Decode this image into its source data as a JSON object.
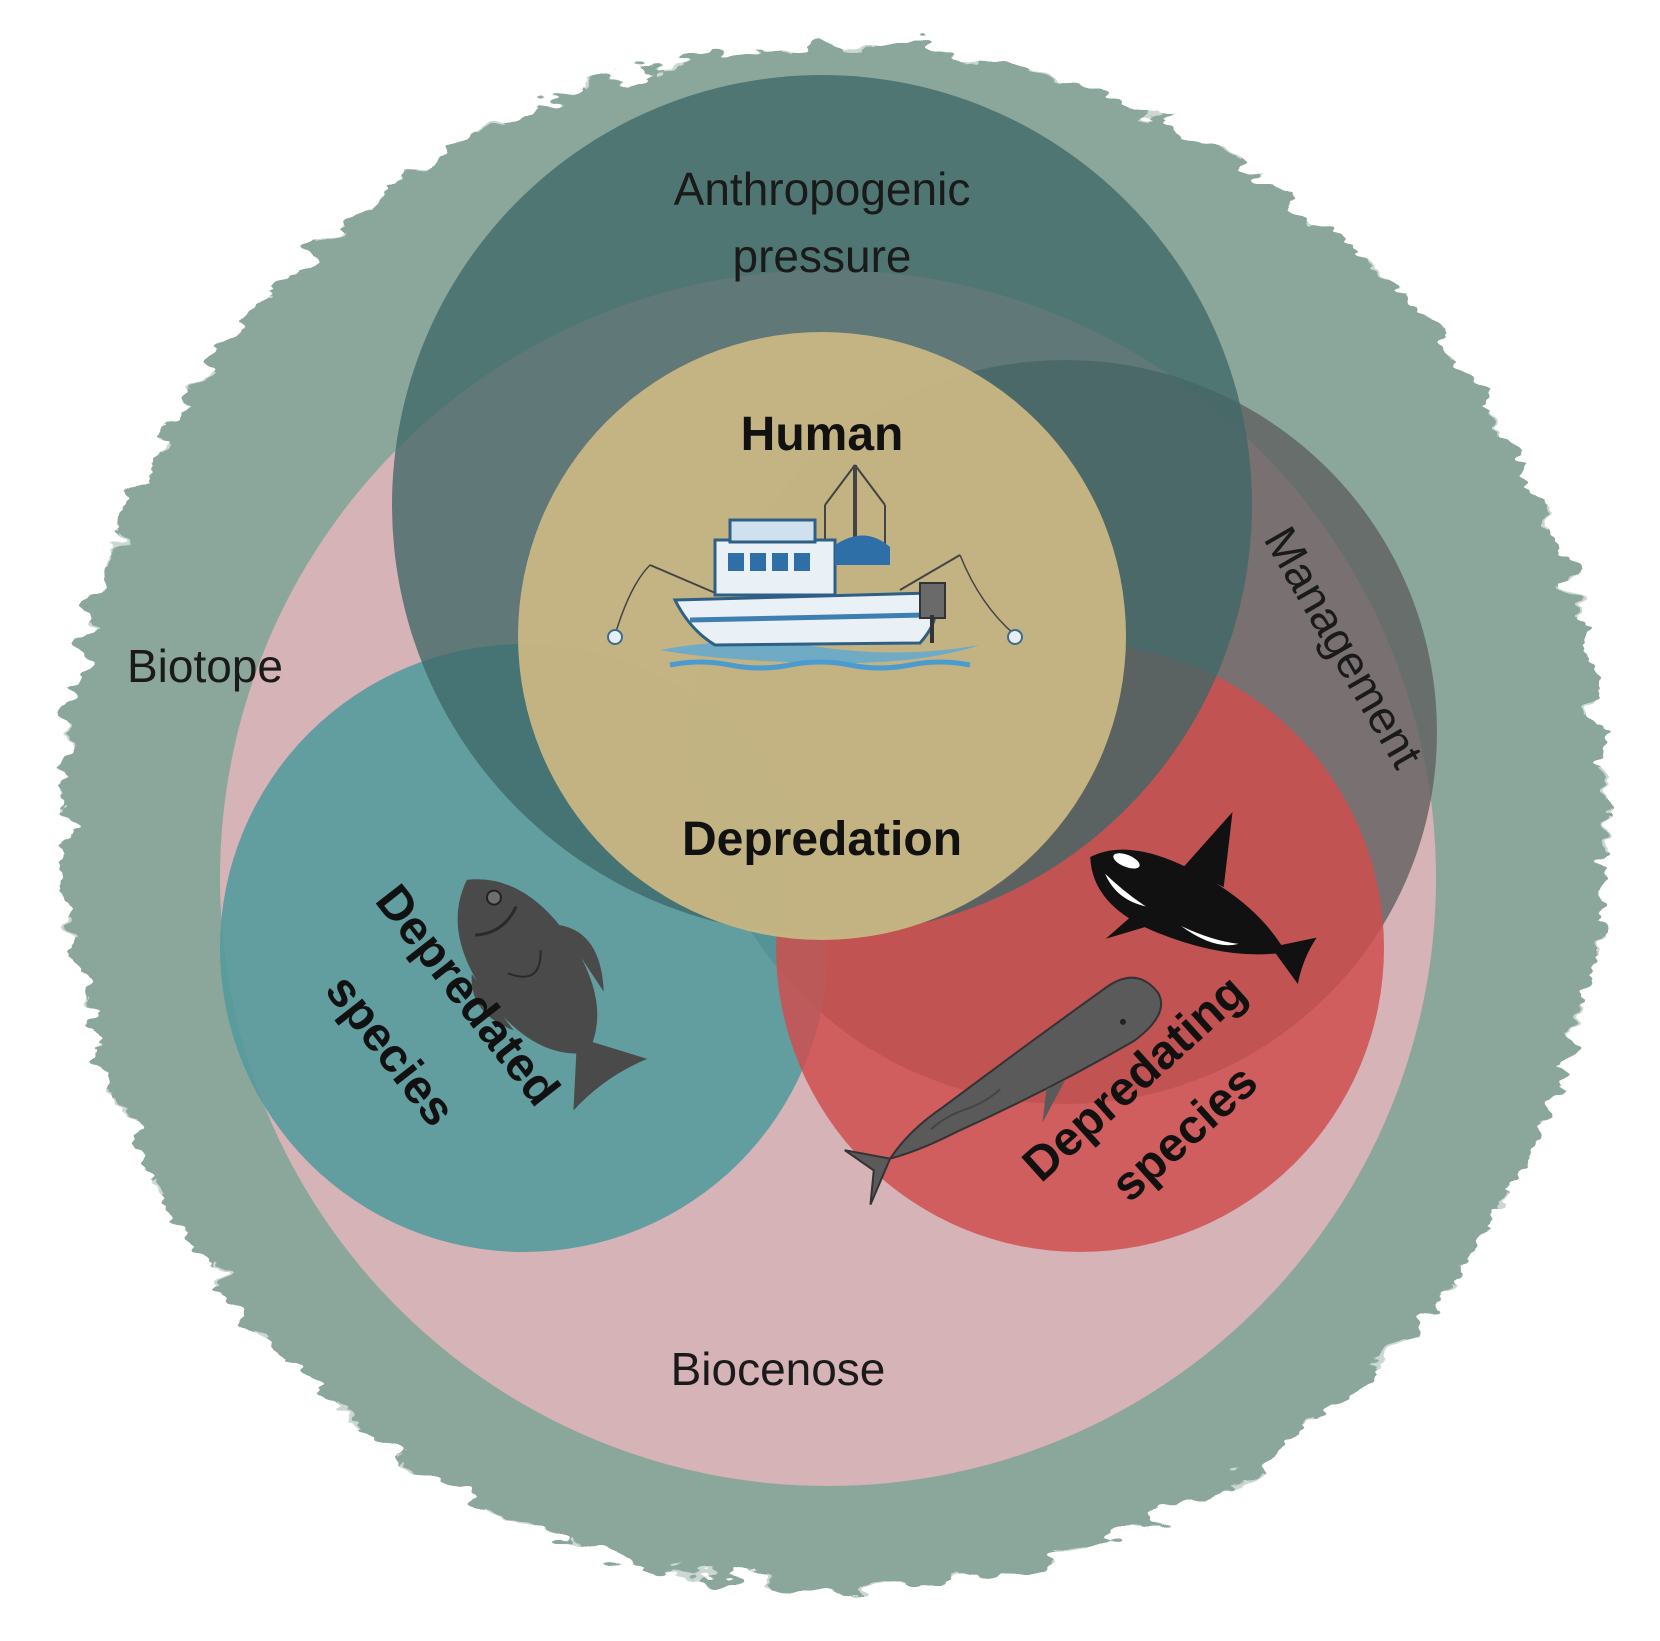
{
  "labels": {
    "anthropogenic_line1": "Anthropogenic",
    "anthropogenic_line2": "pressure",
    "human": "Human",
    "depredation": "Depredation",
    "management": "Management",
    "biotope": "Biotope",
    "depredated_line1": "Depredated",
    "depredated_line2": "species",
    "depredating_line1": "Depredating",
    "depredating_line2": "species",
    "biocenose": "Biocenose"
  },
  "icons": {
    "boat": "fishing-boat-icon",
    "fish": "fish-icon",
    "orca": "orca-icon",
    "sperm_whale": "sperm-whale-icon"
  },
  "colors": {
    "biotope_ring": "#8ba79c",
    "anthropogenic": "#4f7370",
    "human": "#c8b684",
    "management": "#6f6f6f",
    "depredated": "#5b9c9e",
    "depredating": "#c85656",
    "biocenose": "#d9b3b8"
  }
}
